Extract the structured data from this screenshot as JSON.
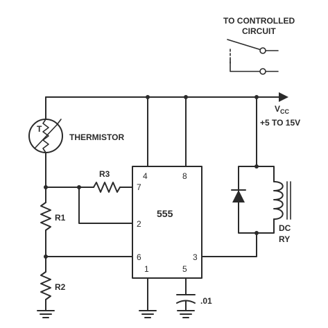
{
  "labels": {
    "top_line1": "TO CONTROLLED",
    "top_line2": "CIRCUIT",
    "vcc_main": "V",
    "vcc_sub": "CC",
    "vcc_range": "+5 TO 15V",
    "thermistor": "THERMISTOR",
    "thermistor_symbol": "T",
    "r1": "R1",
    "r2": "R2",
    "r3": "R3",
    "ic": "555",
    "cap": ".01",
    "relay_line1": "DC",
    "relay_line2": "RY"
  },
  "pins": {
    "p4": "4",
    "p8": "8",
    "p7": "7",
    "p2": "2",
    "p6": "6",
    "p3": "3",
    "p1": "1",
    "p5": "5"
  },
  "colors": {
    "ink": "#2a2a2a",
    "background": "#ffffff"
  }
}
